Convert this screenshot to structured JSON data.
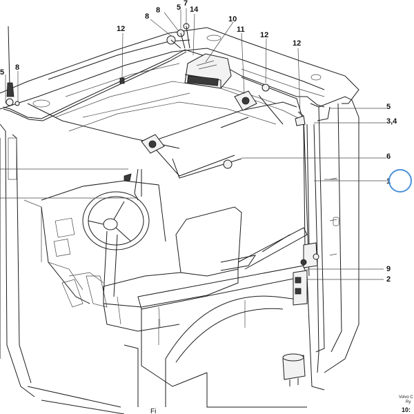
{
  "diagram": {
    "callouts": {
      "c7": "7",
      "c8_top": "8",
      "c5_top": "5",
      "c14": "14",
      "c10": "10",
      "c11": "11",
      "c12_a": "12",
      "c12_b": "12",
      "c12_c": "12",
      "c5_left": "5",
      "c8_left": "8",
      "c5_right": "5",
      "c34": "3,4",
      "c6": "6",
      "c1": "1",
      "c9": "9",
      "c2": "2"
    },
    "footer": {
      "line1": "Volvo C",
      "line2": "Ry",
      "line3": "10:",
      "bottom_caption": "Fi"
    },
    "highlight_color": "#4a90d9"
  }
}
